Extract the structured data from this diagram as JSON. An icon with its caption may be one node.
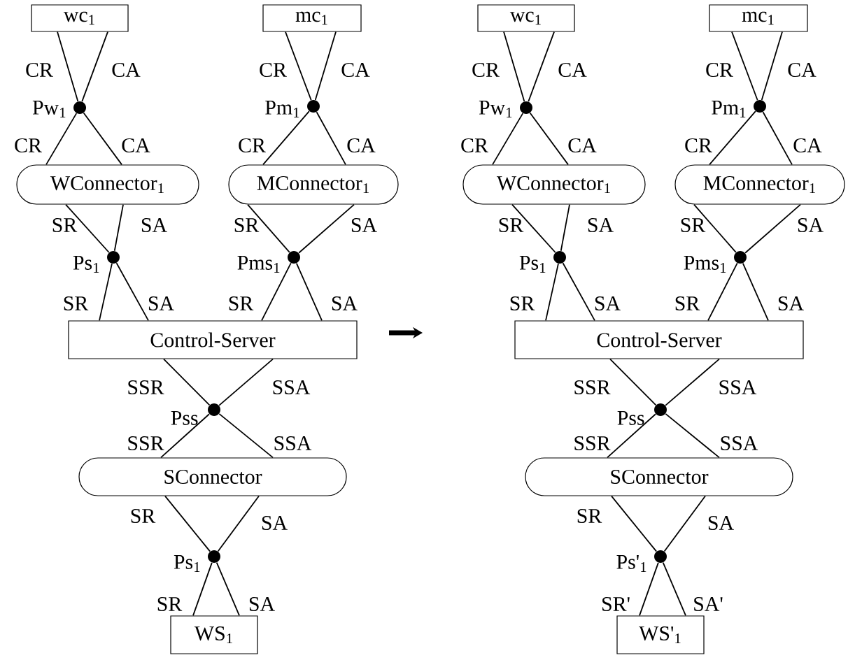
{
  "diagram": {
    "nodes": [
      {
        "text": [
          "wc$_{1}$"
        ]
      },
      {
        "text": [
          "mc$_{1}$"
        ]
      },
      {
        "text": [],
        "shape": "circle",
        "beside": [
          "Pw$_{1}$"
        ]
      },
      {
        "text": [],
        "shape": "circle",
        "beside": [
          "Pm$_{1}$"
        ]
      },
      {
        "text": [
          "WConnector$_{1}$"
        ]
      },
      {
        "text": [
          "MConnector$_{1}$"
        ]
      },
      {
        "text": [],
        "shape": "circle",
        "beside": [
          "Ps$_{1}$"
        ]
      },
      {
        "text": [],
        "shape": "circle",
        "beside": [
          "Pms$_{1}$"
        ]
      },
      {
        "text": [
          "Control-Server"
        ]
      },
      {
        "text": [],
        "shape": "circle",
        "beside": [
          "Pss"
        ]
      },
      {
        "text": [
          "SConnector"
        ]
      },
      {
        "text": [],
        "shape": "circle",
        "beside": [
          "Ps$_{1}$"
        ]
      },
      {
        "text": [
          "WS$_{1}$"
        ]
      },
      {
        "text": [
          "wc$_{1}$"
        ]
      },
      {
        "text": [
          "mc$_{1}$"
        ]
      },
      {
        "text": [],
        "shape": "circle",
        "beside": [
          "Pw$_{1}$"
        ]
      },
      {
        "text": [],
        "shape": "circle",
        "beside": [
          "Pm$_{1}$"
        ]
      },
      {
        "text": [
          "WConnector$_{1}$"
        ]
      },
      {
        "text": [
          "MConnector$_{1}$"
        ]
      },
      {
        "text": [],
        "shape": "circle",
        "beside": [
          "Ps$_{1}$"
        ]
      },
      {
        "text": [],
        "shape": "circle",
        "beside": [
          "Pms$_{1}$"
        ]
      },
      {
        "text": [
          "Control-Server"
        ]
      },
      {
        "text": [],
        "shape": "circle",
        "beside": [
          "Pss"
        ]
      },
      {
        "text": [
          "SConnector"
        ]
      },
      {
        "text": [],
        "shape": "circle",
        "beside": [
          "Ps'$_{1}$"
        ]
      },
      {
        "text": [
          "WS'$_{1}$"
        ]
      }
    ],
    "edges": [
      {
        "from": 0,
        "to": 2,
        "arrow": "none",
        "label": "CR"
      },
      {
        "from": 0,
        "to": 2,
        "arrow": "none",
        "label": "CA"
      },
      {
        "from": 2,
        "to": 4,
        "arrow": "none",
        "label": "CR"
      },
      {
        "from": 2,
        "to": 4,
        "arrow": "none",
        "label": "CA"
      },
      {
        "from": 1,
        "to": 3,
        "arrow": "none",
        "label": "CR"
      },
      {
        "from": 1,
        "to": 3,
        "arrow": "none",
        "label": "CA"
      },
      {
        "from": 3,
        "to": 5,
        "arrow": "none",
        "label": "CR"
      },
      {
        "from": 3,
        "to": 5,
        "arrow": "none",
        "label": "CA"
      },
      {
        "from": 4,
        "to": 6,
        "arrow": "none",
        "label": "SR"
      },
      {
        "from": 4,
        "to": 6,
        "arrow": "none",
        "label": "SA"
      },
      {
        "from": 5,
        "to": 7,
        "arrow": "none",
        "label": "SR"
      },
      {
        "from": 5,
        "to": 7,
        "arrow": "none",
        "label": "SA"
      },
      {
        "from": 6,
        "to": 8,
        "arrow": "none",
        "label": "SR"
      },
      {
        "from": 6,
        "to": 8,
        "arrow": "none",
        "label": "SA"
      },
      {
        "from": 7,
        "to": 8,
        "arrow": "none",
        "label": "SR"
      },
      {
        "from": 7,
        "to": 8,
        "arrow": "none",
        "label": "SA"
      },
      {
        "from": 8,
        "to": 9,
        "arrow": "none",
        "label": "SSR"
      },
      {
        "from": 8,
        "to": 9,
        "arrow": "none",
        "label": "SSA"
      },
      {
        "from": 9,
        "to": 10,
        "arrow": "none",
        "label": "SSR"
      },
      {
        "from": 9,
        "to": 10,
        "arrow": "none",
        "label": "SSA"
      },
      {
        "from": 10,
        "to": 11,
        "arrow": "none",
        "label": "SR"
      },
      {
        "from": 10,
        "to": 11,
        "arrow": "none",
        "label": "SA"
      },
      {
        "from": 11,
        "to": 12,
        "arrow": "none",
        "label": "SR"
      },
      {
        "from": 11,
        "to": 12,
        "arrow": "none",
        "label": "SA"
      },
      {
        "from": 13,
        "to": 15,
        "arrow": "none",
        "label": "CR"
      },
      {
        "from": 13,
        "to": 15,
        "arrow": "none",
        "label": "CA"
      },
      {
        "from": 15,
        "to": 17,
        "arrow": "none",
        "label": "CR"
      },
      {
        "from": 15,
        "to": 17,
        "arrow": "none",
        "label": "CA"
      },
      {
        "from": 14,
        "to": 16,
        "arrow": "none",
        "label": "CR"
      },
      {
        "from": 14,
        "to": 16,
        "arrow": "none",
        "label": "CA"
      },
      {
        "from": 16,
        "to": 18,
        "arrow": "none",
        "label": "CR"
      },
      {
        "from": 16,
        "to": 18,
        "arrow": "none",
        "label": "CA"
      },
      {
        "from": 17,
        "to": 19,
        "arrow": "none",
        "label": "SR"
      },
      {
        "from": 17,
        "to": 19,
        "arrow": "none",
        "label": "SA"
      },
      {
        "from": 18,
        "to": 20,
        "arrow": "none",
        "label": "SR"
      },
      {
        "from": 18,
        "to": 20,
        "arrow": "none",
        "label": "SA"
      },
      {
        "from": 19,
        "to": 21,
        "arrow": "none",
        "label": "SR"
      },
      {
        "from": 19,
        "to": 21,
        "arrow": "none",
        "label": "SA"
      },
      {
        "from": 20,
        "to": 21,
        "arrow": "none",
        "label": "SR"
      },
      {
        "from": 20,
        "to": 21,
        "arrow": "none",
        "label": "SA"
      },
      {
        "from": 21,
        "to": 22,
        "arrow": "none",
        "label": "SSR"
      },
      {
        "from": 21,
        "to": 22,
        "arrow": "none",
        "label": "SSA"
      },
      {
        "from": 22,
        "to": 23,
        "arrow": "none",
        "label": "SSR"
      },
      {
        "from": 22,
        "to": 23,
        "arrow": "none",
        "label": "SSA"
      },
      {
        "from": 23,
        "to": 24,
        "arrow": "none",
        "label": "SR"
      },
      {
        "from": 23,
        "to": 24,
        "arrow": "none",
        "label": "SA"
      },
      {
        "from": 24,
        "to": 25,
        "arrow": "none",
        "label": "SR'"
      },
      {
        "from": 24,
        "to": 25,
        "arrow": "none",
        "label": "SA'"
      }
    ]
  }
}
